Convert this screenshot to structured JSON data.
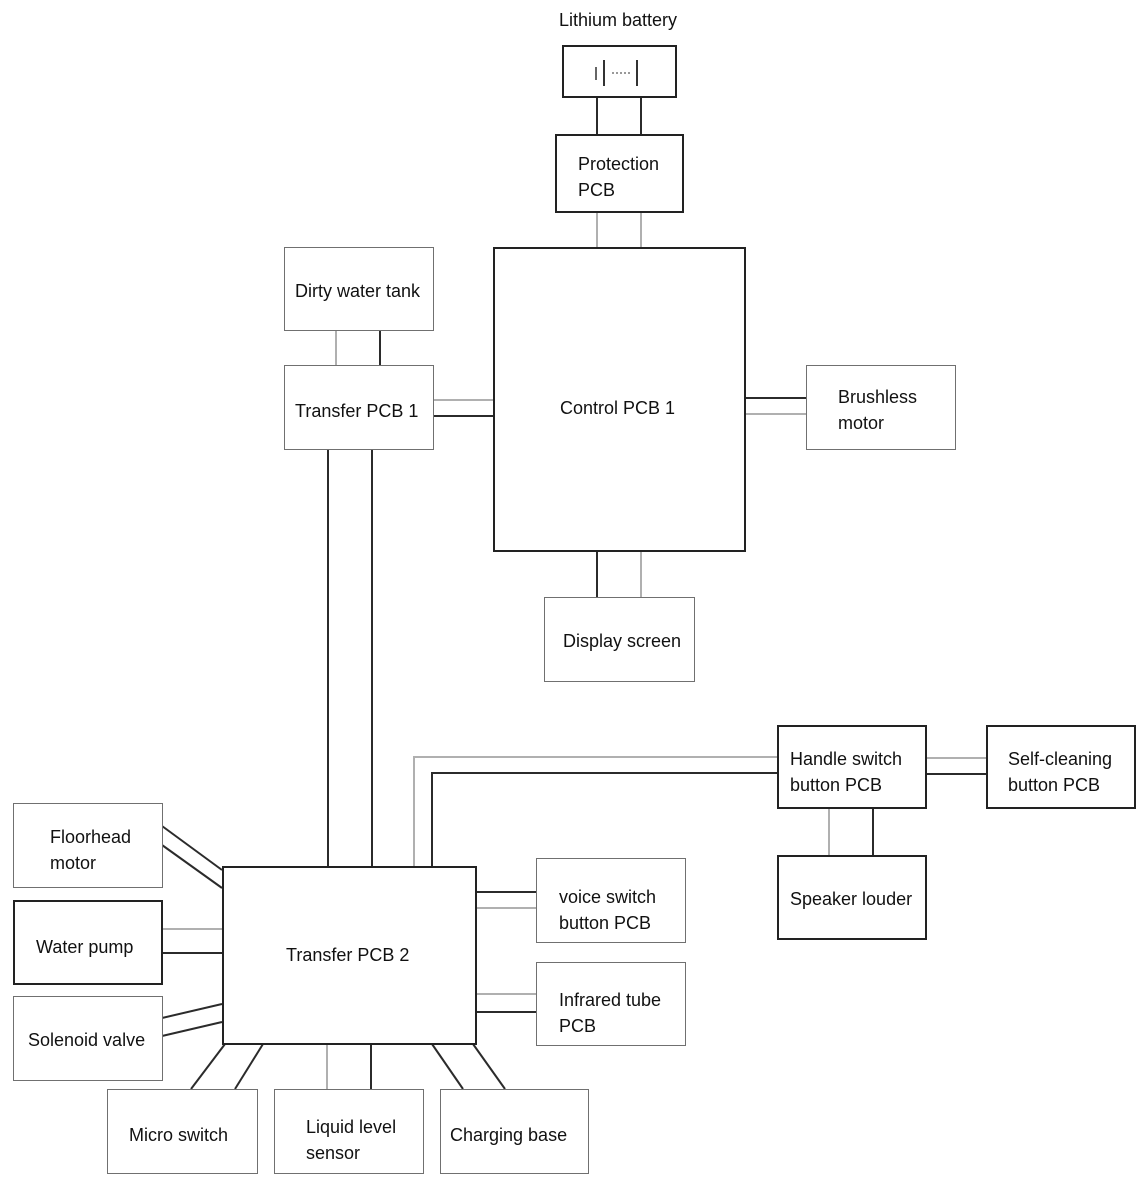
{
  "diagram": {
    "battery_label": "Lithium battery",
    "blocks": {
      "protection_pcb": "Protection\nPCB",
      "control_pcb_1": "Control PCB 1",
      "dirty_water_tank": "Dirty water tank",
      "transfer_pcb_1": "Transfer PCB 1",
      "brushless_motor": "Brushless\nmotor",
      "display_screen": "Display screen",
      "handle_switch_pcb": "Handle switch\nbutton PCB",
      "self_cleaning_pcb": "Self-cleaning\nbutton PCB",
      "speaker_louder": "Speaker louder",
      "floorhead_motor": "Floorhead\nmotor",
      "water_pump": "Water pump",
      "solenoid_valve": "Solenoid valve",
      "transfer_pcb_2": "Transfer PCB 2",
      "voice_switch_pcb": "voice switch\nbutton PCB",
      "infrared_tube_pcb": "Infrared tube\nPCB",
      "micro_switch": "Micro switch",
      "liquid_level_sensor": "Liquid level\nsensor",
      "charging_base": "Charging base"
    }
  },
  "colors": {
    "wire_dark": "#2b2b2b",
    "wire_light": "#b0b0b0",
    "box_border": "#707070"
  }
}
